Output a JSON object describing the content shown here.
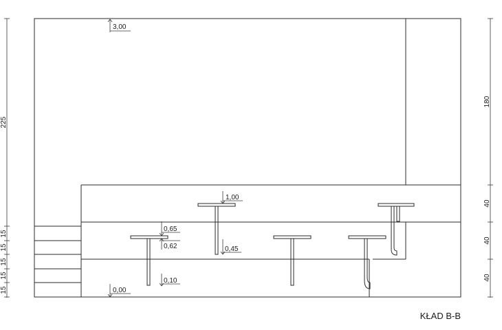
{
  "title": "KŁAD B-B",
  "levels": {
    "top": "3,00",
    "l100": "1,00",
    "l065": "0,65",
    "l062": "0,62",
    "l045": "0,45",
    "l010": "0,10",
    "l000": "0,00"
  },
  "dims_left": {
    "d225": "225",
    "d15a": "15",
    "d15b": "15",
    "d15c": "15",
    "d15d": "15",
    "d15e": "15"
  },
  "dims_right": {
    "d180": "180",
    "d40a": "40",
    "d40b": "40",
    "d40c": "40"
  }
}
